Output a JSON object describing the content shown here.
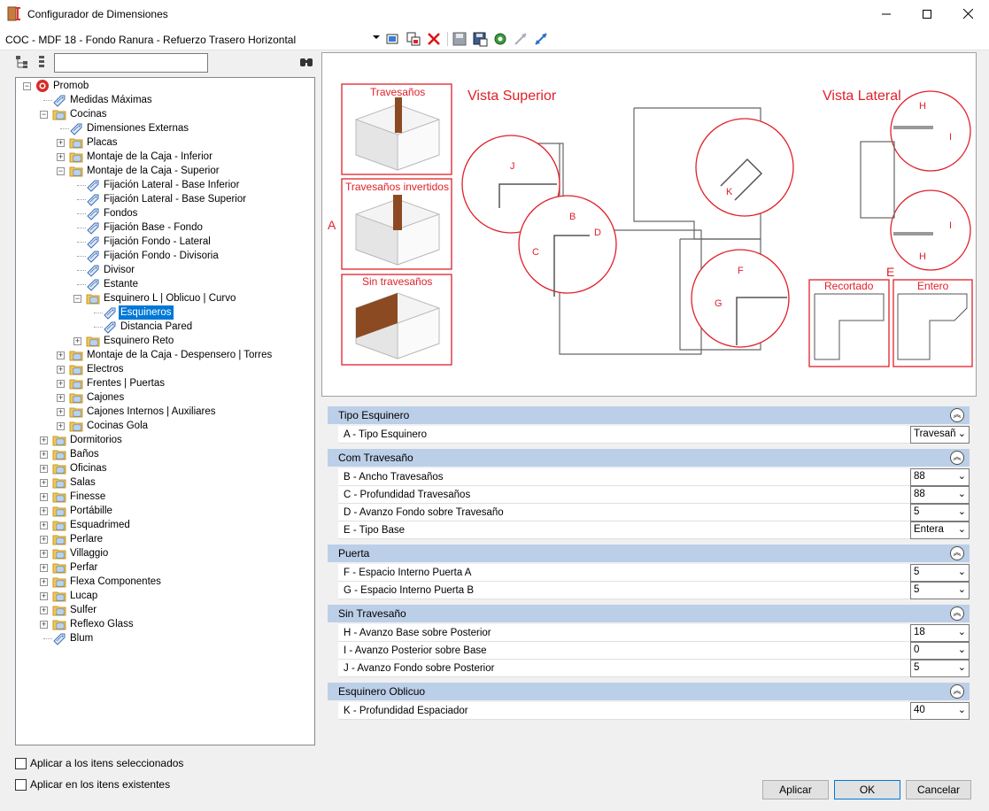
{
  "window": {
    "title": "Configurador de Dimensiones"
  },
  "config": {
    "name": "COC - MDF 18 - Fondo Ranura - Refuerzo Trasero Horizontal"
  },
  "tree": {
    "items": [
      {
        "label": "Promob",
        "level": 0,
        "expanded": true,
        "icon": "promob-logo-icon"
      },
      {
        "label": "Medidas Máximas",
        "level": 1,
        "icon": "tag-icon"
      },
      {
        "label": "Cocinas",
        "level": 1,
        "expanded": true,
        "icon": "folder-icon"
      },
      {
        "label": "Dimensiones Externas",
        "level": 2,
        "icon": "tag-icon"
      },
      {
        "label": "Placas",
        "level": 2,
        "expanded": false,
        "icon": "folder-icon"
      },
      {
        "label": "Montaje de la Caja - Inferior",
        "level": 2,
        "expanded": false,
        "icon": "folder-icon"
      },
      {
        "label": "Montaje de la Caja - Superior",
        "level": 2,
        "expanded": true,
        "icon": "folder-icon"
      },
      {
        "label": "Fijación Lateral - Base Inferior",
        "level": 3,
        "icon": "tag-icon"
      },
      {
        "label": "Fijación Lateral - Base Superior",
        "level": 3,
        "icon": "tag-icon"
      },
      {
        "label": "Fondos",
        "level": 3,
        "icon": "tag-icon"
      },
      {
        "label": " Fijación Base - Fondo",
        "level": 3,
        "icon": "tag-icon"
      },
      {
        "label": "Fijación Fondo - Lateral",
        "level": 3,
        "icon": "tag-icon"
      },
      {
        "label": "Fijación Fondo - Divisoria",
        "level": 3,
        "icon": "tag-icon"
      },
      {
        "label": "Divisor",
        "level": 3,
        "icon": "tag-icon"
      },
      {
        "label": "Estante",
        "level": 3,
        "icon": "tag-icon"
      },
      {
        "label": "Esquinero L | Oblicuo | Curvo",
        "level": 3,
        "expanded": true,
        "icon": "folder-icon"
      },
      {
        "label": "Esquineros",
        "level": 4,
        "icon": "tag-icon",
        "selected": true
      },
      {
        "label": "Distancia Pared",
        "level": 4,
        "icon": "tag-icon"
      },
      {
        "label": "Esquinero Reto",
        "level": 3,
        "expanded": false,
        "icon": "folder-icon"
      },
      {
        "label": "Montaje de la Caja - Despensero | Torres",
        "level": 2,
        "expanded": false,
        "icon": "folder-icon"
      },
      {
        "label": "Electros",
        "level": 2,
        "expanded": false,
        "icon": "folder-icon"
      },
      {
        "label": "Frentes | Puertas",
        "level": 2,
        "expanded": false,
        "icon": "folder-icon"
      },
      {
        "label": "Cajones",
        "level": 2,
        "expanded": false,
        "icon": "folder-icon"
      },
      {
        "label": "Cajones Internos | Auxiliares",
        "level": 2,
        "expanded": false,
        "icon": "folder-icon"
      },
      {
        "label": "Cocinas Gola",
        "level": 2,
        "expanded": false,
        "icon": "folder-icon"
      },
      {
        "label": "Dormitorios",
        "level": 1,
        "expanded": false,
        "icon": "folder-icon"
      },
      {
        "label": "Baños",
        "level": 1,
        "expanded": false,
        "icon": "folder-icon"
      },
      {
        "label": "Oficinas",
        "level": 1,
        "expanded": false,
        "icon": "folder-icon"
      },
      {
        "label": "Salas",
        "level": 1,
        "expanded": false,
        "icon": "folder-icon"
      },
      {
        "label": "Finesse",
        "level": 1,
        "expanded": false,
        "icon": "folder-icon"
      },
      {
        "label": "Portábille",
        "level": 1,
        "expanded": false,
        "icon": "folder-icon"
      },
      {
        "label": "Esquadrimed",
        "level": 1,
        "expanded": false,
        "icon": "folder-icon"
      },
      {
        "label": "Perlare",
        "level": 1,
        "expanded": false,
        "icon": "folder-icon"
      },
      {
        "label": "Villaggio",
        "level": 1,
        "expanded": false,
        "icon": "folder-icon"
      },
      {
        "label": "Perfar",
        "level": 1,
        "expanded": false,
        "icon": "folder-icon"
      },
      {
        "label": "Flexa Componentes",
        "level": 1,
        "expanded": false,
        "icon": "folder-icon"
      },
      {
        "label": "Lucap",
        "level": 1,
        "expanded": false,
        "icon": "folder-icon"
      },
      {
        "label": "Sulfer",
        "level": 1,
        "expanded": false,
        "icon": "folder-icon"
      },
      {
        "label": "Reflexo Glass",
        "level": 1,
        "expanded": false,
        "icon": "folder-icon"
      },
      {
        "label": "Blum",
        "level": 1,
        "icon": "tag-icon"
      }
    ]
  },
  "diagram": {
    "vista_superior": "Vista Superior",
    "vista_lateral": "Vista Lateral",
    "letter_a": "A",
    "letter_e": "E",
    "box1": "Travesaños",
    "box2": "Travesaños invertidos",
    "box3": "Sin travesaños",
    "recortado": "Recortado",
    "entero": "Entero",
    "marks": {
      "b": "B",
      "c": "C",
      "d": "D",
      "f": "F",
      "g": "G",
      "h": "H",
      "i": "I",
      "j": "J",
      "k": "K"
    }
  },
  "properties": [
    {
      "category": "Tipo Esquinero",
      "rows": [
        {
          "label": "A -  Tipo Esquinero",
          "value": "Travesañ"
        }
      ]
    },
    {
      "category": "Com Travesaño",
      "rows": [
        {
          "label": "B - Ancho Travesaños",
          "value": "88"
        },
        {
          "label": "C - Profundidad Travesaños",
          "value": "88"
        },
        {
          "label": "D - Avanzo Fondo sobre Travesaño",
          "value": "5"
        },
        {
          "label": "E - Tipo Base",
          "value": "Entera"
        }
      ]
    },
    {
      "category": "Puerta",
      "rows": [
        {
          "label": "F - Espacio Interno Puerta A",
          "value": "5"
        },
        {
          "label": "G - Espacio Interno Puerta B",
          "value": "5"
        }
      ]
    },
    {
      "category": "Sin Travesaño",
      "rows": [
        {
          "label": "H - Avanzo Base sobre Posterior",
          "value": "18"
        },
        {
          "label": "I - Avanzo Posterior sobre Base",
          "value": "0"
        },
        {
          "label": "J - Avanzo Fondo sobre Posterior",
          "value": "5"
        }
      ]
    },
    {
      "category": "Esquinero Oblicuo",
      "rows": [
        {
          "label": "K - Profundidad Espaciador",
          "value": "40"
        }
      ]
    }
  ],
  "checkboxes": {
    "apply_selected": "Aplicar a los itens seleccionados",
    "apply_existing": "Aplicar en los itens existentes"
  },
  "buttons": {
    "apply": "Aplicar",
    "ok": "OK",
    "cancel": "Cancelar"
  },
  "colors": {
    "accent_red": "#e0202a",
    "selection": "#0078d7",
    "category_bg": "#bccfe8"
  }
}
